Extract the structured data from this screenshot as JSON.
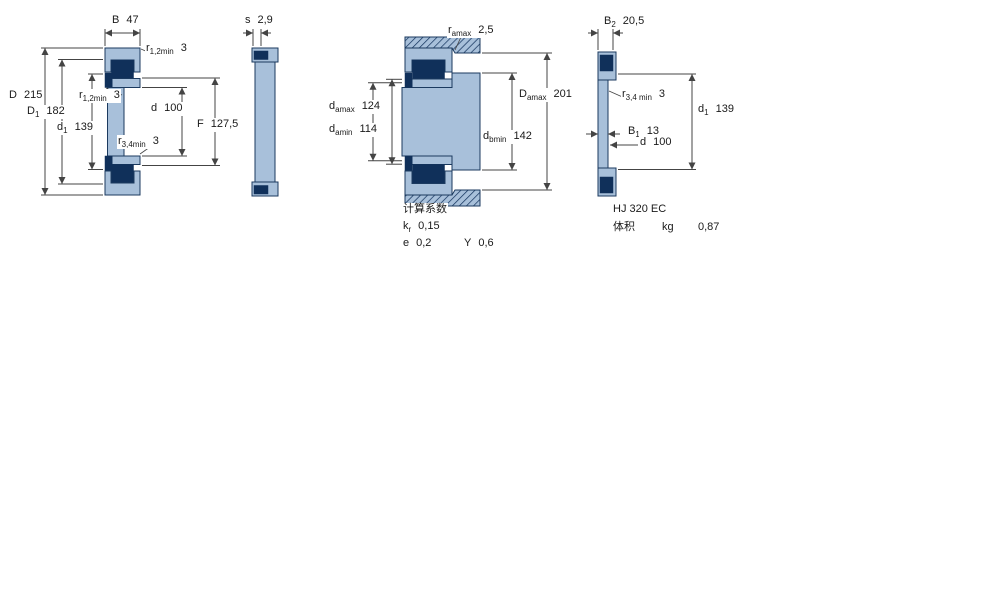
{
  "colors": {
    "fill_light": "#a8c0da",
    "fill_dark": "#10305a",
    "ink": "#1b3a5f",
    "dim": "#444444"
  },
  "figures": {
    "left": {
      "labels": {
        "B": {
          "base": "B",
          "sub": "",
          "value": "47"
        },
        "s": {
          "base": "s",
          "sub": "",
          "value": "2,9"
        },
        "r12_top": {
          "base": "r",
          "sub": "1,2min",
          "value": "3"
        },
        "r12_side": {
          "base": "r",
          "sub": "1,2min",
          "value": "3"
        },
        "D": {
          "base": "D",
          "sub": "",
          "value": "215"
        },
        "D1": {
          "base": "D",
          "sub": "1",
          "value": "182"
        },
        "d1": {
          "base": "d",
          "sub": "1",
          "value": "139"
        },
        "d": {
          "base": "d",
          "sub": "",
          "value": "100"
        },
        "r34": {
          "base": "r",
          "sub": "3,4min",
          "value": "3"
        },
        "F": {
          "base": "F",
          "sub": "",
          "value": "127,5"
        }
      }
    },
    "middle": {
      "labels": {
        "ra": {
          "base": "r",
          "sub": "amax",
          "value": "2,5"
        },
        "damax": {
          "base": "d",
          "sub": "amax",
          "value": "124"
        },
        "damin": {
          "base": "d",
          "sub": "amin",
          "value": "114"
        },
        "Damax": {
          "base": "D",
          "sub": "amax",
          "value": "201"
        },
        "dbmin": {
          "base": "d",
          "sub": "bmin",
          "value": "142"
        }
      },
      "calc": {
        "title": "计算系数",
        "kr": {
          "base": "k",
          "sub": "r",
          "value": "0,15"
        },
        "e": {
          "base": "e",
          "sub": "",
          "value": "0,2"
        },
        "Y": {
          "base": "Y",
          "sub": "",
          "value": "0,6"
        }
      }
    },
    "right": {
      "labels": {
        "B2": {
          "base": "B",
          "sub": "2",
          "value": "20,5"
        },
        "r34min": {
          "base": "r",
          "sub": "3,4 min",
          "value": "3"
        },
        "d1": {
          "base": "d",
          "sub": "1",
          "value": "139"
        },
        "B1": {
          "base": "B",
          "sub": "1",
          "value": "13"
        },
        "d": {
          "base": "d",
          "sub": "",
          "value": "100"
        }
      },
      "info": {
        "designation": "HJ 320 EC",
        "mass_label": "体积",
        "mass_unit": "kg",
        "mass_value": "0,87"
      }
    }
  }
}
